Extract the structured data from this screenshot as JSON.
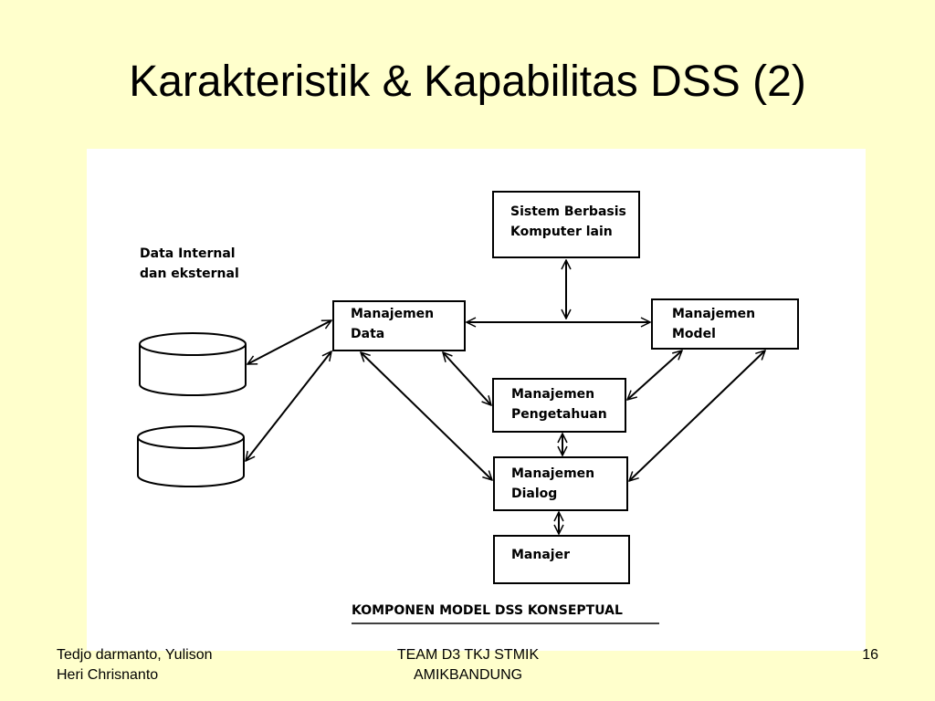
{
  "slide": {
    "title": "Karakteristik & Kapabilitas DSS (2)"
  },
  "diagram": {
    "data_source_label": "Data Internal\ndan eksternal",
    "nodes": {
      "sistem_berbasis": "Sistem Berbasis\nKomputer lain",
      "manajemen_data": "Manajemen\nData",
      "manajemen_model": "Manajemen\nModel",
      "manajemen_pengetahuan": "Manajemen\nPengetahuan",
      "manajemen_dialog": "Manajemen\nDialog",
      "manajer": "Manajer"
    },
    "caption": "KOMPONEN MODEL DSS KONSEPTUAL"
  },
  "footer": {
    "authors_line1": "Tedjo darmanto, Yulison",
    "authors_line2": "Heri Chrisnanto",
    "team_line1": "TEAM D3 TKJ STMIK",
    "team_line2": "AMIKBANDUNG",
    "page_number": "16"
  }
}
